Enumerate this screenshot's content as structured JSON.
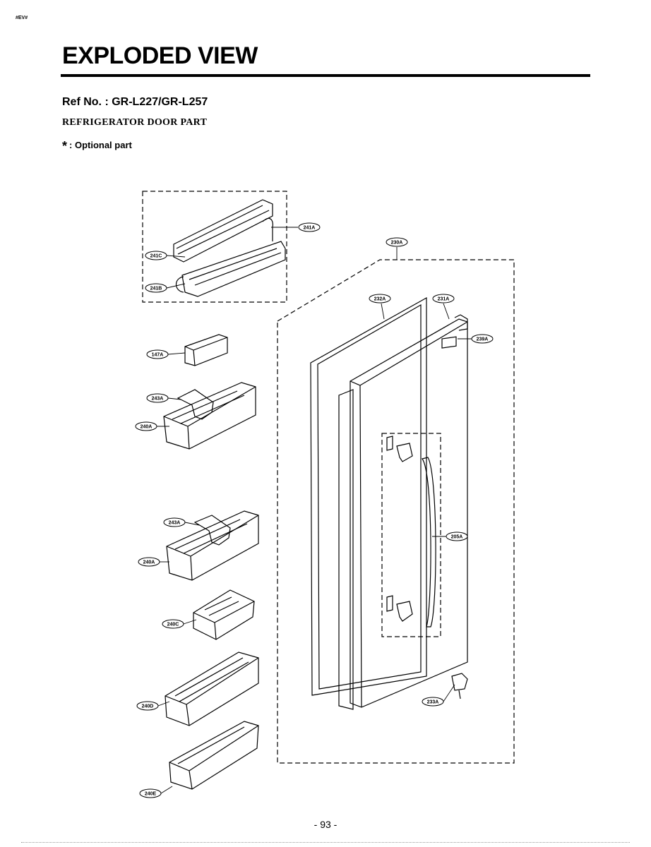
{
  "header": {
    "corner_tag": "#EV#",
    "title": "EXPLODED VIEW",
    "ref_label": "Ref No. : ",
    "ref_models": "GR-L227/GR-L257",
    "subtitle": "REFRIGERATOR DOOR PART",
    "legend_symbol": "*",
    "legend_text": ": Optional part"
  },
  "callouts": {
    "c241A": "241A",
    "c241C": "241C",
    "c241B": "241B",
    "c230A": "230A",
    "c232A": "232A",
    "c231A": "231A",
    "c239A": "239A",
    "c147A": "147A",
    "c243A_1": "243A",
    "c240A_1": "240A",
    "c205A": "205A",
    "c243A_2": "243A",
    "c240A_2": "240A",
    "c240C": "240C",
    "c240D": "240D",
    "c233A": "233A",
    "c240E": "240E"
  },
  "footer": {
    "page_number": "- 93 -"
  }
}
